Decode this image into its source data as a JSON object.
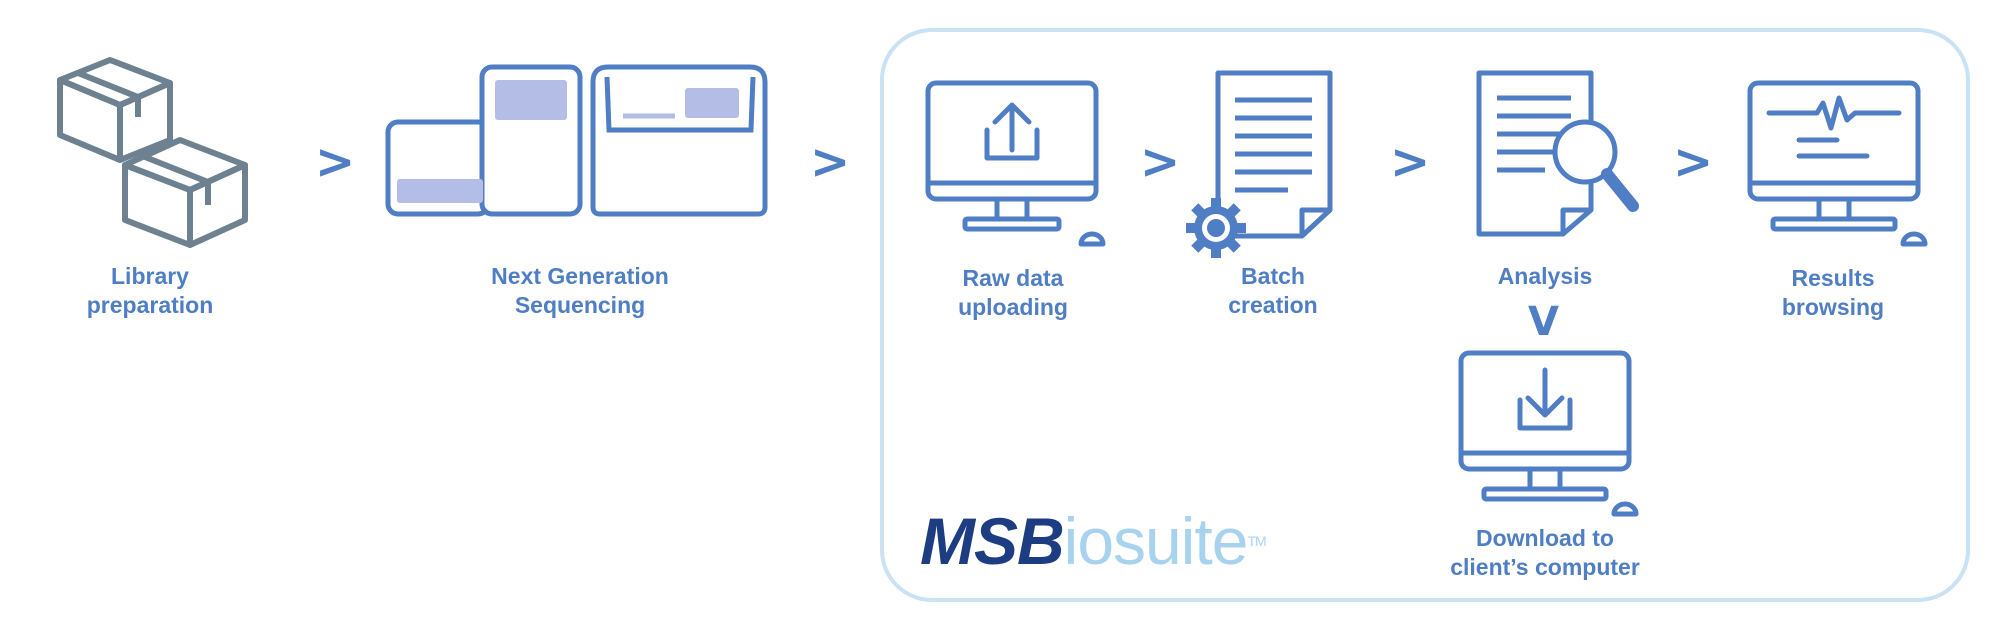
{
  "steps": {
    "library": {
      "line1": "Library",
      "line2": "preparation"
    },
    "ngs": {
      "line1": "Next Generation",
      "line2": "Sequencing"
    },
    "raw": {
      "line1": "Raw data",
      "line2": "uploading"
    },
    "batch": {
      "line1": "Batch",
      "line2": "creation"
    },
    "analysis": {
      "line1": "Analysis"
    },
    "results": {
      "line1": "Results",
      "line2": "browsing"
    },
    "download": {
      "line1": "Download to",
      "line2": "client’s computer"
    }
  },
  "arrows": {
    "right": ">",
    "down": "V"
  },
  "logo": {
    "part1": "MSB",
    "part2": "iosuite",
    "tm": "TM"
  },
  "icons": [
    "boxes-icon",
    "sequencer-icon",
    "upload-monitor-icon",
    "document-gear-icon",
    "document-magnifier-icon",
    "results-monitor-icon",
    "download-monitor-icon"
  ],
  "colors": {
    "primary": "#4f7ec4",
    "box_gray": "#6d8191",
    "fill_light": "#b3bde6",
    "panel_border": "#c9e2f4",
    "logo_dark": "#1c3d82",
    "logo_light": "#a8d3ef"
  }
}
